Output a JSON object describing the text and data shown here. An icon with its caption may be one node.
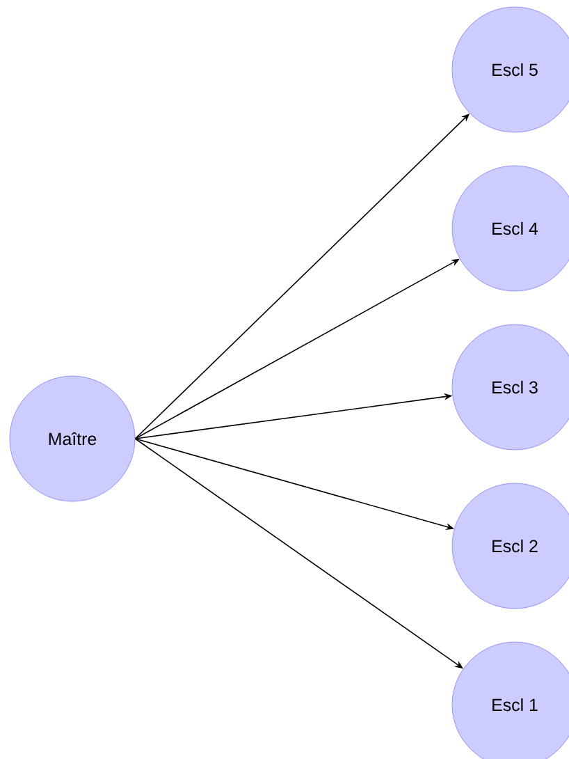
{
  "diagram": {
    "nodes": [
      {
        "text": [
          "Maître"
        ]
      },
      {
        "text": [
          "Escl 5"
        ]
      },
      {
        "text": [
          "Escl 4"
        ]
      },
      {
        "text": [
          "Escl 3"
        ]
      },
      {
        "text": [
          "Escl 2"
        ]
      },
      {
        "text": [
          "Escl 1"
        ]
      }
    ],
    "edges": [
      {
        "from": 0,
        "to": 1,
        "arrow": "to"
      },
      {
        "from": 0,
        "to": 2,
        "arrow": "to"
      },
      {
        "from": 0,
        "to": 3,
        "arrow": "to"
      },
      {
        "from": 0,
        "to": 4,
        "arrow": "to"
      },
      {
        "from": 0,
        "to": 5,
        "arrow": "to"
      }
    ]
  }
}
